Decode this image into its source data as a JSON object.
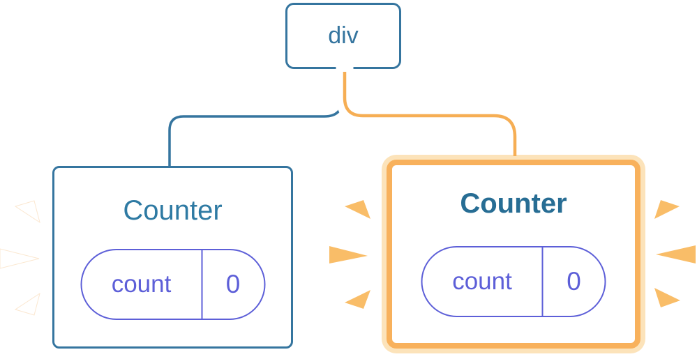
{
  "root_node": {
    "label": "div"
  },
  "left_counter": {
    "title": "Counter",
    "state": {
      "key": "count",
      "value": "0"
    }
  },
  "right_counter": {
    "title": "Counter",
    "state": {
      "key": "count",
      "value": "0"
    }
  },
  "colors": {
    "steel-blue": "#35759f",
    "title-blue": "#2e7aa3",
    "title-blue-bold": "#276d94",
    "indigo": "#5d5fd8",
    "orange": "#f6ae54",
    "orange-ring": "#f8b15c",
    "orange-ring-light": "#fce3ba",
    "orange-ray": "#f9bd68",
    "white-ray": "#ffffff"
  }
}
